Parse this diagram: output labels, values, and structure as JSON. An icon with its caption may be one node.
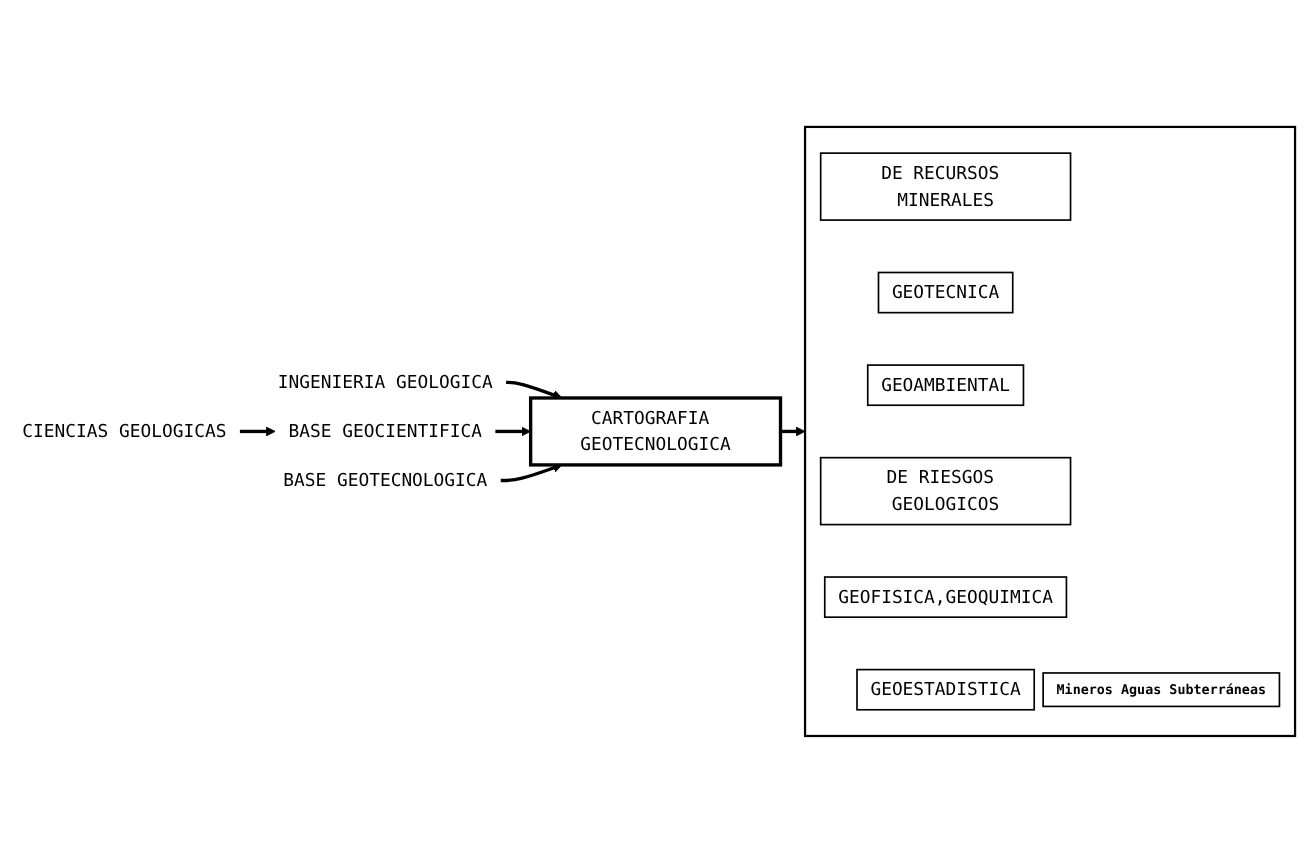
{
  "diagram": {
    "nodes": [
      {
        "text": [
          "CIENCIAS GEOLOGICAS"
        ]
      },
      {
        "text": [
          "INGENIERIA GEOLOGICA"
        ]
      },
      {
        "text": [
          "BASE GEOCIENTIFICA"
        ]
      },
      {
        "text": [
          "CARTOGRAFIA GEOTECNOLOGICA"
        ]
      },
      {
        "text": [
          "BASE GEOTECNOLOGICA"
        ]
      },
      {
        "text": [],
        "shape": "box"
      },
      {
        "text": [
          "DE RECURSOS MINERALES"
        ],
        "in": 5
      },
      {
        "text": [
          "Mineros Aguas Subterráneas"
        ],
        "in": 5
      },
      {
        "text": [
          "GEOTECNICA"
        ],
        "in": 5
      },
      {
        "text": [
          "GEOAMBIENTAL"
        ],
        "in": 5
      },
      {
        "text": [
          "DE RIESGOS GEOLOGICOS"
        ],
        "in": 5
      },
      {
        "text": [
          "GEOFISICA,GEOQUIMICA"
        ],
        "in": 5
      },
      {
        "text": [
          "GEOESTADISTICA"
        ],
        "in": 5
      }
    ],
    "edges": [
      {
        "from": 0,
        "to": 2,
        "arrow": "to"
      },
      {
        "from": 1,
        "to": 3,
        "arrow": "to"
      },
      {
        "from": 2,
        "to": 3,
        "arrow": "to"
      },
      {
        "from": 4,
        "to": 3,
        "arrow": "to"
      },
      {
        "from": 3,
        "to": 5,
        "arrow": "to"
      }
    ]
  }
}
